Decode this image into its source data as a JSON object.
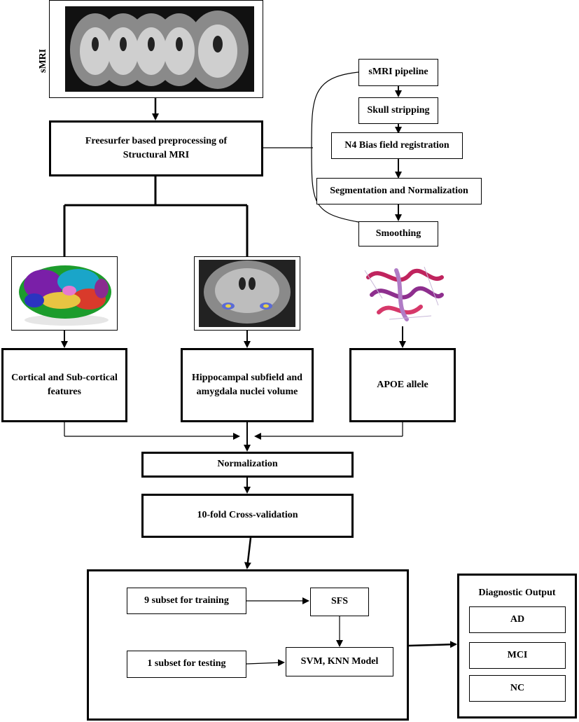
{
  "smri_label": "sMRI",
  "freesurfer": "Freesurfer based preprocessing of Structural MRI",
  "pipeline": {
    "title": "sMRI pipeline",
    "steps": [
      "Skull stripping",
      "N4 Bias field registration",
      "Segmentation and Normalization",
      "Smoothing"
    ]
  },
  "features": {
    "cortical": "Cortical and Sub-cortical features",
    "hippocampal": "Hippocampal subfield and amygdala nuclei volume",
    "apoe": "APOE allele"
  },
  "normalization": "Normalization",
  "cross_validation": "10-fold Cross-validation",
  "training": {
    "train": "9 subset for training",
    "test": "1 subset for testing",
    "sfs": "SFS",
    "model": "SVM, KNN Model"
  },
  "diagnostic": {
    "title": "Diagnostic Output",
    "classes": [
      "AD",
      "MCI",
      "NC"
    ]
  }
}
